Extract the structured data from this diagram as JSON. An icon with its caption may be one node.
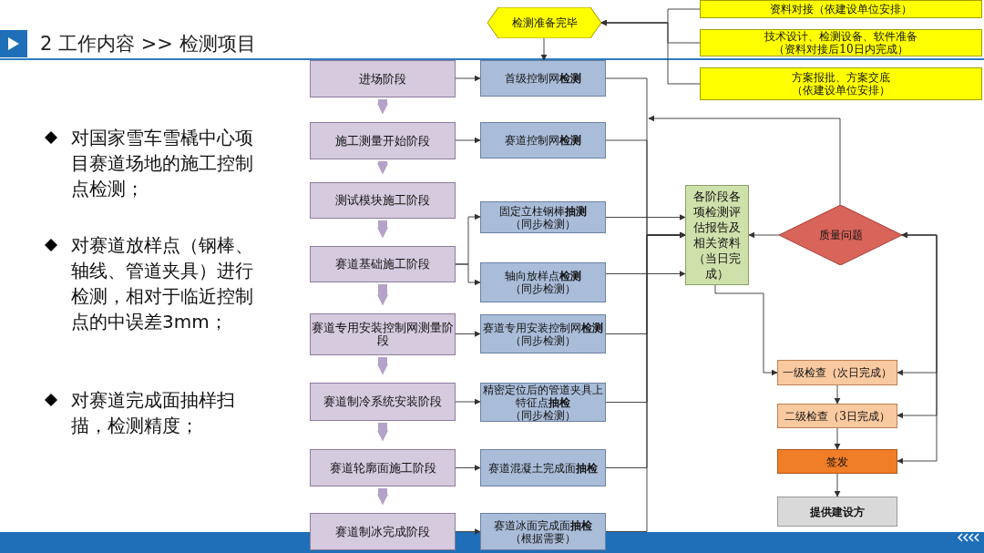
{
  "diagram": {
    "title": "2 工作内容 >> 检测项目",
    "nodes": [
      {
        "text": [
          "检测准备完毕"
        ]
      },
      {
        "text": [
          "资料对接（依建设单位安排）"
        ]
      },
      {
        "text": [
          "技术设计、检测设备、软件准备",
          "（资料对接后10日内完成）"
        ]
      },
      {
        "text": [
          "方案报批、方案交底",
          "（依建设单位安排）"
        ]
      },
      {
        "text": [
          "进场阶段"
        ]
      },
      {
        "text": [
          "施工测量开始阶段"
        ]
      },
      {
        "text": [
          "测试模块施工阶段"
        ]
      },
      {
        "text": [
          "赛道基础施工阶段"
        ]
      },
      {
        "text": [
          "赛道专用安装控制网测量阶段"
        ]
      },
      {
        "text": [
          "赛道制冷系统安装阶段"
        ]
      },
      {
        "text": [
          "赛道轮廓面施工阶段"
        ]
      },
      {
        "text": [
          "赛道制冰完成阶段"
        ]
      },
      {
        "text": [
          "首级控制网**检测**"
        ]
      },
      {
        "text": [
          "赛道控制网**检测**"
        ]
      },
      {
        "text": [
          "固定立柱钢棒**抽测**",
          "（同步检测）"
        ]
      },
      {
        "text": [
          "轴向放样点**检测**",
          "（同步检测）"
        ]
      },
      {
        "text": [
          "赛道专用安装控制网**检测**",
          "（同步检测）"
        ]
      },
      {
        "text": [
          "精密定位后的管道夹具上特征点**抽检**",
          "（同步检测）"
        ]
      },
      {
        "text": [
          "赛道混凝土完成面**抽检**"
        ]
      },
      {
        "text": [
          "赛道冰面完成面**抽检**",
          "（根据需要）"
        ]
      },
      {
        "text": [
          "各阶段各项检测评估报告及相关资料（当日完成）"
        ]
      },
      {
        "text": [
          "质量问题"
        ]
      },
      {
        "text": [
          "一级检查（次日完成）"
        ]
      },
      {
        "text": [
          "二级检查（3日完成）"
        ]
      },
      {
        "text": [
          "签发"
        ]
      },
      {
        "text": [
          "提供建设方"
        ]
      }
    ],
    "edges": [
      {
        "from": 1,
        "to": 0,
        "arrow": "to"
      },
      {
        "from": 2,
        "to": 0,
        "arrow": "to"
      },
      {
        "from": 3,
        "to": 0,
        "arrow": "to"
      },
      {
        "from": 0,
        "to": 12,
        "arrow": "to"
      },
      {
        "from": 4,
        "to": 5,
        "arrow": "to",
        "style": "thick",
        "color": "#b4a2c8"
      },
      {
        "from": 5,
        "to": 6,
        "arrow": "to",
        "style": "thick",
        "color": "#b4a2c8"
      },
      {
        "from": 6,
        "to": 7,
        "arrow": "to",
        "style": "thick",
        "color": "#b4a2c8"
      },
      {
        "from": 7,
        "to": 8,
        "arrow": "to",
        "style": "thick",
        "color": "#b4a2c8"
      },
      {
        "from": 8,
        "to": 9,
        "arrow": "to",
        "style": "thick",
        "color": "#b4a2c8"
      },
      {
        "from": 9,
        "to": 10,
        "arrow": "to",
        "style": "thick",
        "color": "#b4a2c8"
      },
      {
        "from": 10,
        "to": 11,
        "arrow": "to",
        "style": "thick",
        "color": "#b4a2c8"
      },
      {
        "from": 4,
        "to": 12,
        "arrow": "to"
      },
      {
        "from": 5,
        "to": 13,
        "arrow": "to"
      },
      {
        "from": 7,
        "to": 14,
        "arrow": "to"
      },
      {
        "from": 7,
        "to": 15,
        "arrow": "to"
      },
      {
        "from": 8,
        "to": 16,
        "arrow": "to"
      },
      {
        "from": 9,
        "to": 17,
        "arrow": "to"
      },
      {
        "from": 10,
        "to": 18,
        "arrow": "to"
      },
      {
        "from": 11,
        "to": 19,
        "arrow": "to"
      },
      {
        "from": 12,
        "to": 20,
        "arrow": "to"
      },
      {
        "from": 13,
        "to": 20,
        "arrow": "to"
      },
      {
        "from": 14,
        "to": 20,
        "arrow": "to"
      },
      {
        "from": 15,
        "to": 20,
        "arrow": "to"
      },
      {
        "from": 16,
        "to": 20,
        "arrow": "to"
      },
      {
        "from": 17,
        "to": 20,
        "arrow": "to"
      },
      {
        "from": 18,
        "to": 20,
        "arrow": "to"
      },
      {
        "from": 19,
        "to": 20,
        "arrow": "to"
      },
      {
        "from": 21,
        "to": 20,
        "arrow": "to"
      },
      {
        "from": 21,
        "to": null,
        "arrow": "to"
      },
      {
        "from": 20,
        "to": 22,
        "arrow": "to"
      },
      {
        "from": 22,
        "to": 23,
        "arrow": "to"
      },
      {
        "from": 23,
        "to": 24,
        "arrow": "to"
      },
      {
        "from": 24,
        "to": 25,
        "arrow": "to"
      },
      {
        "from": 22,
        "to": 21,
        "arrow": "both"
      },
      {
        "from": 23,
        "to": 21,
        "arrow": "both"
      },
      {
        "from": 24,
        "to": 21,
        "arrow": "both"
      }
    ],
    "labels": [
      "对国家雪车雪橇中心项目赛道场地的施工控制点检测；",
      "对赛道放样点（钢棒、轴线、管道夹具）进行检测，相对于临近控制点的中误差3mm；",
      "对赛道完成面抽样扫描，检测精度；"
    ]
  }
}
